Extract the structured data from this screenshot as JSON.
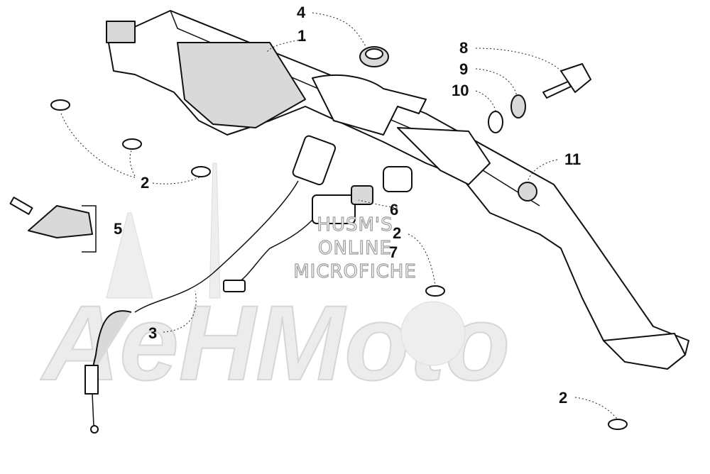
{
  "diagram": {
    "callouts": [
      {
        "id": "c1",
        "label": "1"
      },
      {
        "id": "c2a",
        "label": "2"
      },
      {
        "id": "c2b",
        "label": "2"
      },
      {
        "id": "c2c",
        "label": "2"
      },
      {
        "id": "c3",
        "label": "3"
      },
      {
        "id": "c4",
        "label": "4"
      },
      {
        "id": "c5",
        "label": "5"
      },
      {
        "id": "c6",
        "label": "6"
      },
      {
        "id": "c7",
        "label": "7"
      },
      {
        "id": "c8",
        "label": "8"
      },
      {
        "id": "c9",
        "label": "9"
      },
      {
        "id": "c10",
        "label": "10"
      },
      {
        "id": "c11",
        "label": "11"
      }
    ]
  },
  "watermark": {
    "line1": "HUSM'S",
    "line2": "ONLINE",
    "line3": "MICROFICHE",
    "brand": "AeHMoto"
  }
}
